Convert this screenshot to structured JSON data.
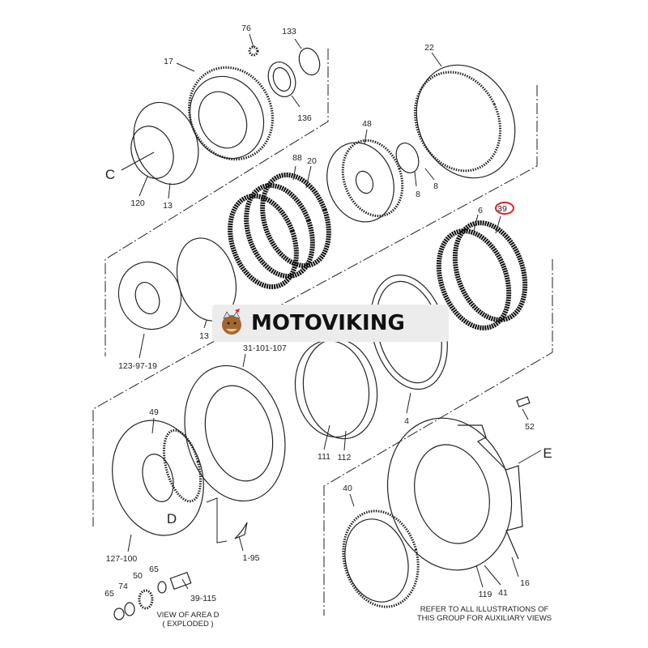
{
  "callouts": {
    "p76": "76",
    "p133": "133",
    "p17": "17",
    "p136": "136",
    "p22": "22",
    "p48": "48",
    "p8a": "8",
    "p8b": "8",
    "p120": "120",
    "p13a": "13",
    "p88": "88",
    "p20": "20",
    "p6": "6",
    "p39": "39",
    "p13b": "13",
    "p123": "123-97-19",
    "p31": "31-101-107",
    "p49": "49",
    "p4": "4",
    "p52": "52",
    "p111": "111",
    "p112": "112",
    "p40": "40",
    "p127": "127-100",
    "p195": "1-95",
    "p65a": "65",
    "p50": "50",
    "p74": "74",
    "p65b": "65",
    "p39115": "39-115",
    "p119": "119",
    "p41": "41",
    "p16": "16"
  },
  "view_markers": {
    "C": "C",
    "D": "D",
    "E": "E"
  },
  "notes": {
    "view_d_line1": "VIEW OF AREA  D",
    "view_d_line2": "( EXPLODED )",
    "refer_line1": "REFER TO ALL ILLUSTRATIONS OF",
    "refer_line2": "THIS GROUP FOR AUXILIARY VIEWS"
  },
  "watermark": {
    "text": "MOTOVIKING"
  },
  "colors": {
    "highlight": "#e0202a",
    "line": "#222222",
    "watermark_bg": "#ececec"
  }
}
